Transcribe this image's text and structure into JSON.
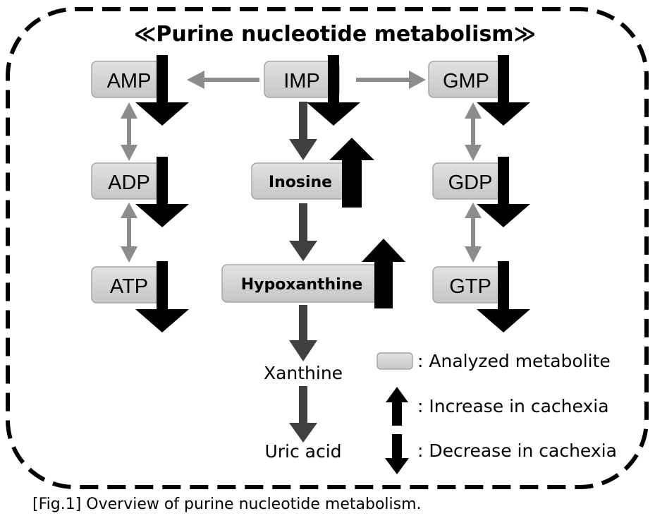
{
  "title": "≪Purine nucleotide metabolism≫",
  "nodes": {
    "amp": "AMP",
    "imp": "IMP",
    "gmp": "GMP",
    "adp": "ADP",
    "inosine": "Inosine",
    "gdp": "GDP",
    "atp": "ATP",
    "hypoxanthine": "Hypoxanthine",
    "gtp": "GTP",
    "xanthine": "Xanthine",
    "uric_acid": "Uric acid"
  },
  "legend": {
    "analyzed": ": Analyzed metabolite",
    "increase": ": Increase in cachexia",
    "decrease": ": Decrease in cachexia"
  },
  "caption": "[Fig.1] Overview of purine nucleotide metabolism.",
  "colors": {
    "node_fill": "#d3d3d3",
    "node_stroke": "#a6a6a6",
    "pathway_arrow": "#404040",
    "conversion_arrow": "#8c8c8c",
    "change_arrow": "#000000"
  },
  "changes": {
    "amp": "decrease",
    "imp": "decrease",
    "gmp": "decrease",
    "adp": "decrease",
    "inosine": "increase",
    "gdp": "decrease",
    "atp": "decrease",
    "hypoxanthine": "increase",
    "gtp": "decrease"
  }
}
